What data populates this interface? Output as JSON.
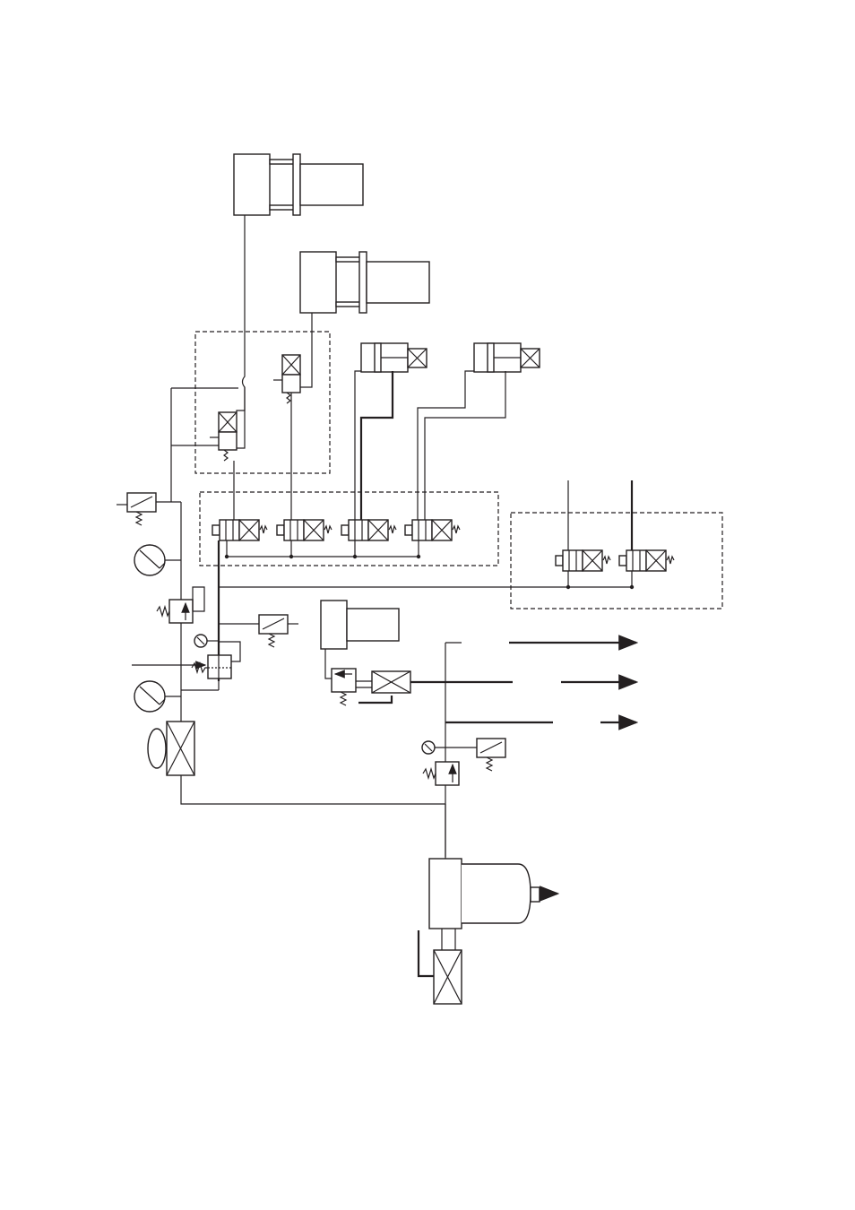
{
  "diagram": {
    "type": "hydraulic-schematic",
    "labels": [],
    "colors": {
      "stroke": "#231f20",
      "background": "#ffffff"
    },
    "component_names": [
      "cylinder-large-top",
      "cylinder-large-second",
      "cylinder-small-a",
      "cylinder-small-b",
      "solenoid-valve-upper",
      "solenoid-valve-lower",
      "directional-valve-1",
      "directional-valve-2",
      "directional-valve-3",
      "directional-valve-4",
      "directional-valve-5",
      "directional-valve-6",
      "pressure-gauge-upper",
      "pressure-gauge-lower",
      "relief-valve",
      "pressure-reducing-valve",
      "filter-left",
      "accumulator",
      "pump-motor",
      "suction-filter"
    ]
  }
}
